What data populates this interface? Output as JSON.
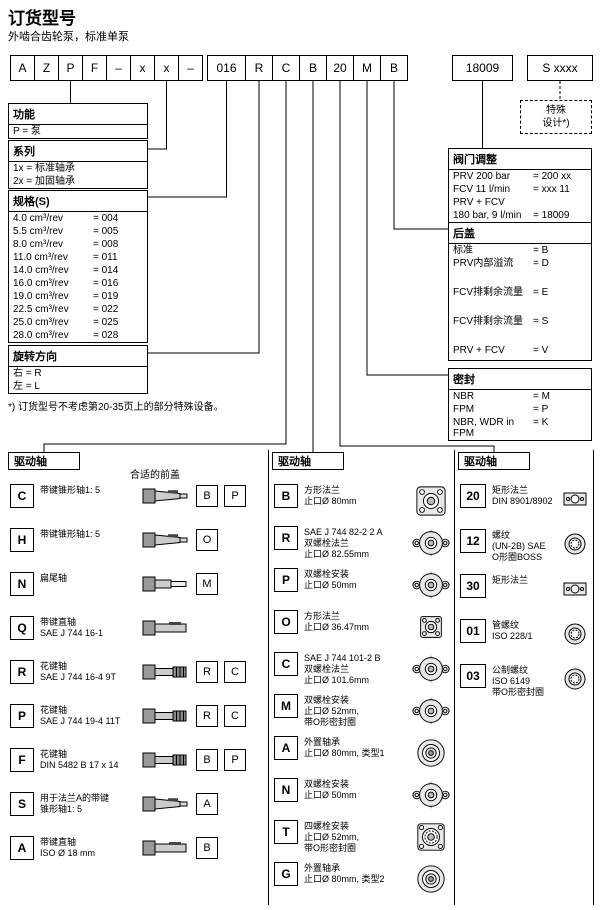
{
  "page": {
    "title": "订货型号",
    "subtitle": "外啮合齿轮泵，标准单泵",
    "footnote": "*) 订货型号不考虑第20-35页上的部分特殊设备。"
  },
  "colors": {
    "line": "#000000",
    "background": "#ffffff",
    "icon_gray": "#e8e8e8"
  },
  "code": {
    "group1": [
      "A",
      "Z",
      "P",
      "F",
      "–",
      "x",
      "x",
      "–"
    ],
    "group2": [
      "016",
      "R",
      "C",
      "B",
      "20",
      "M",
      "B"
    ],
    "valve_code": "18009",
    "special_code": "S xxxx"
  },
  "function_table": {
    "title": "功能",
    "rows": [
      "P = 泵"
    ]
  },
  "series_table": {
    "title": "系列",
    "rows": [
      "1x = 标准轴承",
      "2x = 加固轴承"
    ]
  },
  "size_table": {
    "title": "规格(S)",
    "rows": [
      {
        "label": "4.0 cm³/rev",
        "value": "= 004"
      },
      {
        "label": "5.5 cm³/rev",
        "value": "= 005"
      },
      {
        "label": "8.0 cm³/rev",
        "value": "= 008"
      },
      {
        "label": "11.0 cm³/rev",
        "value": "= 011"
      },
      {
        "label": "14.0 cm³/rev",
        "value": "= 014"
      },
      {
        "label": "16.0 cm³/rev",
        "value": "= 016"
      },
      {
        "label": "19.0 cm³/rev",
        "value": "= 019"
      },
      {
        "label": "22.5 cm³/rev",
        "value": "= 022"
      },
      {
        "label": "25.0 cm³/rev",
        "value": "= 025"
      },
      {
        "label": "28.0 cm³/rev",
        "value": "= 028"
      }
    ]
  },
  "rotation_table": {
    "title": "旋转方向",
    "rows": [
      "右 = R",
      "左 = L"
    ]
  },
  "special_box": {
    "line1": "特殊",
    "line2": "设计*)"
  },
  "valve_table": {
    "title": "阀门调整",
    "rows": [
      {
        "label": "PRV 200 bar",
        "value": "= 200 xx"
      },
      {
        "label": "FCV 11 l/min",
        "value": "= xxx 11"
      },
      {
        "label": "PRV + FCV",
        "value": ""
      },
      {
        "label": "180 bar, 9 l/min",
        "value": "= 18009"
      }
    ]
  },
  "rear_cover_table": {
    "title": "后盖",
    "rows": [
      {
        "label": "标准",
        "value": "= B"
      },
      {
        "label": "PRV内部溢流",
        "value": "= D"
      },
      {
        "label": "FCV排剩余流量",
        "value": "= E"
      },
      {
        "label": "FCV排剩余流量",
        "value": "= S"
      },
      {
        "label": "PRV + FCV",
        "value": "= V"
      }
    ]
  },
  "seal_table": {
    "title": "密封",
    "rows": [
      {
        "label": "NBR",
        "value": "= M"
      },
      {
        "label": "FPM",
        "value": "= P"
      },
      {
        "label": "NBR, WDR in FPM",
        "value": "= K"
      }
    ]
  },
  "shaft_column": {
    "title": "驱动轴",
    "cover_label": "合适的前盖",
    "rows": [
      {
        "code": "C",
        "desc": "带键锥形轴1: 5",
        "icon": "tapered-key-shaft-icon",
        "sym": "#sym-shaft-taper-key",
        "covers": [
          "B",
          "P"
        ]
      },
      {
        "code": "H",
        "desc": "带键锥形轴1: 5",
        "icon": "tapered-key-shaft-icon",
        "sym": "#sym-shaft-taper-key",
        "covers": [
          "O"
        ]
      },
      {
        "code": "N",
        "desc": "扁尾轴",
        "icon": "flat-tang-shaft-icon",
        "sym": "#sym-shaft-flat",
        "covers": [
          "M"
        ]
      },
      {
        "code": "Q",
        "desc": "带键直轴\nSAE J 744 16-1",
        "icon": "straight-key-shaft-icon",
        "sym": "#sym-shaft-straight-key",
        "covers": []
      },
      {
        "code": "R",
        "desc": "花键轴\nSAE J 744 16-4 9T",
        "icon": "splined-shaft-icon",
        "sym": "#sym-shaft-spline",
        "covers": [
          "R",
          "C"
        ]
      },
      {
        "code": "P",
        "desc": "花键轴\nSAE J 744 19-4 11T",
        "icon": "splined-shaft-icon",
        "sym": "#sym-shaft-spline",
        "covers": [
          "R",
          "C"
        ]
      },
      {
        "code": "F",
        "desc": "花键轴\nDIN 5482 B 17 x 14",
        "icon": "splined-shaft-icon",
        "sym": "#sym-shaft-spline",
        "covers": [
          "B",
          "P"
        ]
      },
      {
        "code": "S",
        "desc": "用于法兰A的带键\n锥形轴1: 5",
        "icon": "tapered-key-shaft-icon",
        "sym": "#sym-shaft-taper-key",
        "covers": [
          "A"
        ]
      },
      {
        "code": "A",
        "desc": "带键直轴\nISO Ø 18 mm",
        "icon": "straight-key-shaft-icon",
        "sym": "#sym-shaft-straight-key",
        "covers": [
          "B"
        ]
      }
    ]
  },
  "flange_column": {
    "title": "驱动轴",
    "rows": [
      {
        "code": "B",
        "desc": "方形法兰\n止口Ø 80mm",
        "icon": "square-flange-icon",
        "sym": "#sym-flange-square4"
      },
      {
        "code": "R",
        "desc": "SAE J 744 82-2 2 A\n双螺栓法兰\n止口Ø 82.55mm",
        "icon": "two-bolt-flange-icon",
        "sym": "#sym-flange-2bolt"
      },
      {
        "code": "P",
        "desc": "双螺栓安装\n止口Ø 50mm",
        "icon": "two-bolt-flange-icon",
        "sym": "#sym-flange-2bolt"
      },
      {
        "code": "O",
        "desc": "方形法兰\n止口Ø 36.47mm",
        "icon": "square-flange-icon",
        "sym": "#sym-flange-square-small"
      },
      {
        "code": "C",
        "desc": "SAE J 744 101-2 B\n双螺栓法兰\n止口Ø 101.6mm",
        "icon": "two-bolt-flange-icon",
        "sym": "#sym-flange-2bolt"
      },
      {
        "code": "M",
        "desc": "双螺栓安装\n止口Ø 52mm,\n带O形密封圈",
        "icon": "two-bolt-flange-icon",
        "sym": "#sym-flange-2bolt"
      },
      {
        "code": "A",
        "desc": "外置轴承\n止口Ø 80mm, 类型1",
        "icon": "outboard-bearing-icon",
        "sym": "#sym-flange-bearing"
      },
      {
        "code": "N",
        "desc": "双螺栓安装\n止口Ø 50mm",
        "icon": "two-bolt-flange-icon",
        "sym": "#sym-flange-2bolt"
      },
      {
        "code": "T",
        "desc": "四螺栓安装\n止口Ø 52mm,\n带O形密封圈",
        "icon": "four-bolt-oring-flange-icon",
        "sym": "#sym-flange-4bolt-oring"
      },
      {
        "code": "G",
        "desc": "外置轴承\n止口Ø 80mm, 类型2",
        "icon": "outboard-bearing-icon",
        "sym": "#sym-flange-bearing"
      }
    ]
  },
  "port_column": {
    "title": "驱动轴",
    "rows": [
      {
        "code": "20",
        "desc": "矩形法兰\nDIN 8901/8902",
        "icon": "rect-port-flange-icon",
        "sym": "#sym-port-rect"
      },
      {
        "code": "12",
        "desc": "螺纹\n(UN-2B) SAE\nO形圈BOSS",
        "icon": "threaded-port-icon",
        "sym": "#sym-port-thread"
      },
      {
        "code": "30",
        "desc": "矩形法兰",
        "icon": "rect-port-flange-icon",
        "sym": "#sym-port-rect"
      },
      {
        "code": "01",
        "desc": "管螺纹\nISO 228/1",
        "icon": "threaded-port-icon",
        "sym": "#sym-port-thread"
      },
      {
        "code": "03",
        "desc": "公制螺纹\nISO 6149\n带O形密封圈",
        "icon": "threaded-port-icon",
        "sym": "#sym-port-thread"
      }
    ]
  }
}
